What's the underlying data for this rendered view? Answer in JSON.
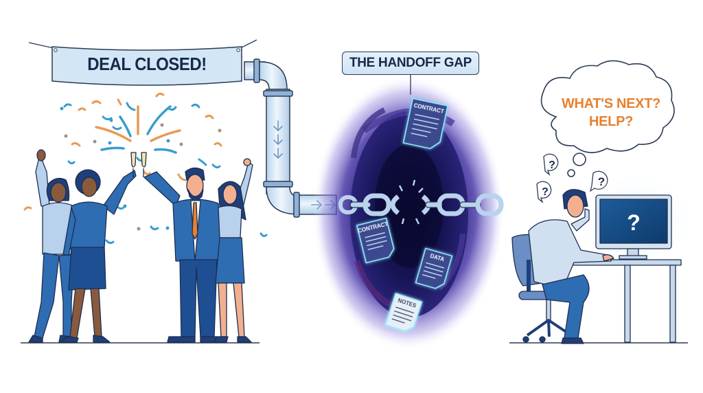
{
  "scene": {
    "title": "Deal closed vs. handoff gap illustration",
    "left_panel": {
      "banner_text": "DEAL CLOSED!",
      "people_count": 4,
      "activity": "celebrating with champagne toast and confetti"
    },
    "center_panel": {
      "label": "THE HANDOFF GAP",
      "pipe_arrows": [
        "down",
        "down",
        "down",
        "right",
        "right"
      ],
      "chain_state": "broken",
      "documents": [
        {
          "label": "CONTRACT"
        },
        {
          "label": "CONTRACT"
        },
        {
          "label": "DATA"
        },
        {
          "label": "NOTES"
        }
      ]
    },
    "right_panel": {
      "thought_line1": "WHAT'S NEXT?",
      "thought_line2": "HELP?",
      "small_bubbles": [
        "?",
        "?",
        "?"
      ],
      "monitor_symbol": "?",
      "activity": "confused person at desk"
    },
    "colors": {
      "navy": "#15294a",
      "blue": "#2f6db3",
      "light_blue": "#cfe3f5",
      "orange": "#e8802d",
      "vortex": "#1a1850",
      "glow": "#6fe3ff"
    }
  }
}
